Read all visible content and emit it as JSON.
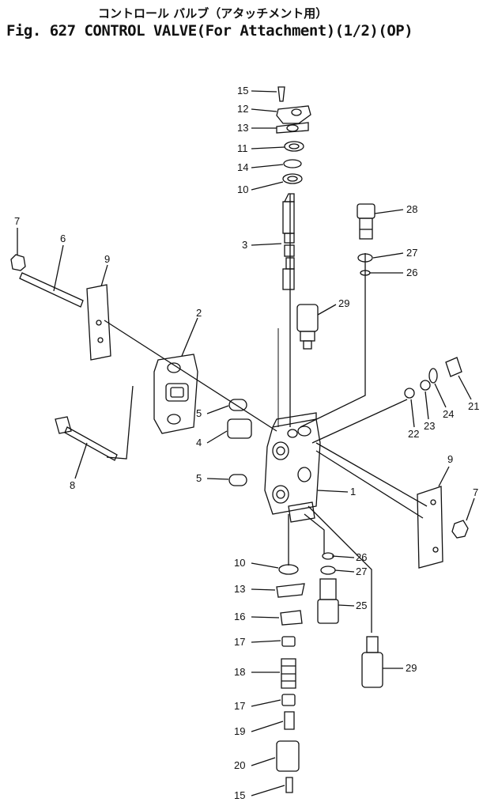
{
  "title_jp": "コントロール バルブ（アタッチメント用）",
  "title_en": "Fig. 627 CONTROL VALVE(For Attachment)(1/2)(OP)",
  "callouts": [
    "15",
    "12",
    "13",
    "11",
    "14",
    "10",
    "3",
    "28",
    "27",
    "26",
    "29",
    "7",
    "6",
    "9",
    "2",
    "5",
    "4",
    "5",
    "8",
    "1",
    "22",
    "23",
    "24",
    "21",
    "9",
    "7",
    "10",
    "26",
    "27",
    "13",
    "25",
    "16",
    "17",
    "18",
    "29",
    "17",
    "19",
    "20",
    "15"
  ]
}
